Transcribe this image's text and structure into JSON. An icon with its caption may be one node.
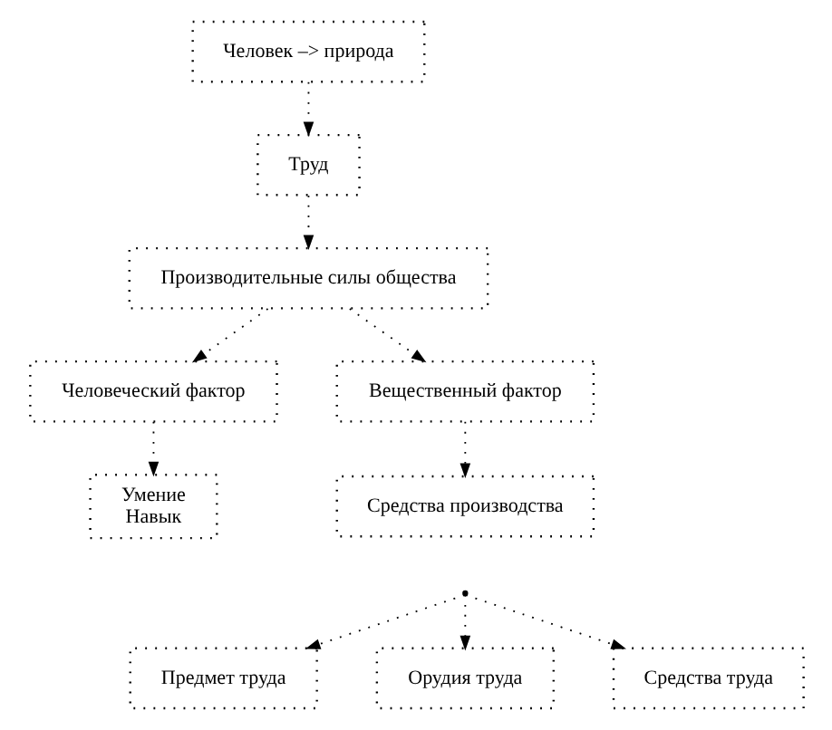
{
  "diagram": {
    "nodes": [
      {
        "text": [
          "Человек –> природа"
        ]
      },
      {
        "text": [
          "Труд"
        ]
      },
      {
        "text": [
          "Производительные силы общества"
        ]
      },
      {
        "text": [
          "Человеческий фактор"
        ]
      },
      {
        "text": [
          "Вещественный фактор"
        ]
      },
      {
        "text": [
          "Умение",
          "Навык"
        ]
      },
      {
        "text": [
          "Средства производства"
        ]
      },
      {
        "text": [],
        "shape": "point"
      },
      {
        "text": [
          "Предмет труда"
        ]
      },
      {
        "text": [
          "Орудия труда"
        ]
      },
      {
        "text": [
          "Средства труда"
        ]
      }
    ],
    "edges": [
      {
        "from": 0,
        "to": 1,
        "arrow": "to"
      },
      {
        "from": 1,
        "to": 2,
        "arrow": "to"
      },
      {
        "from": 2,
        "to": 3,
        "arrow": "to"
      },
      {
        "from": 2,
        "to": 4,
        "arrow": "to"
      },
      {
        "from": 3,
        "to": 5,
        "arrow": "to"
      },
      {
        "from": 4,
        "to": 6,
        "arrow": "to"
      },
      {
        "from": 7,
        "to": 8,
        "arrow": "to"
      },
      {
        "from": 7,
        "to": 9,
        "arrow": "to"
      },
      {
        "from": 7,
        "to": 10,
        "arrow": "to"
      }
    ]
  }
}
